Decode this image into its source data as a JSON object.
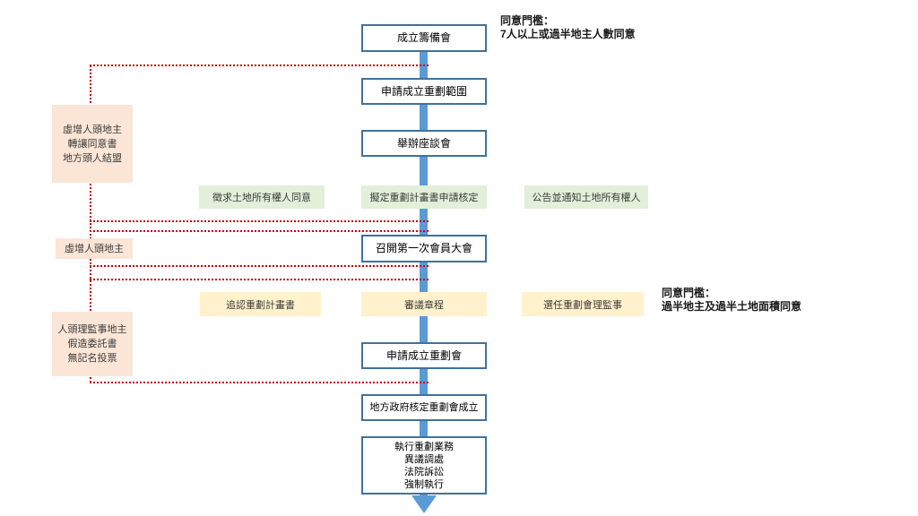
{
  "colors": {
    "flow_line_blue": "#5b9bd5",
    "box_border_blue": "#41719c",
    "green_fill": "#e2efd9",
    "yellow_fill": "#fff2cc",
    "pink_fill": "#fbe5d6",
    "dotted_red": "#c00000"
  },
  "main_flow": {
    "step1": "成立籌備會",
    "step2": "申請成立重劃範圍",
    "step3": "舉辦座談會",
    "step4": "召開第一次會員大會",
    "step5": "申請成立重劃會",
    "step6": "地方政府核定重劃會成立",
    "step7_lines": [
      "執行重劃業務",
      "異議調處",
      "法院訴訟",
      "強制執行"
    ]
  },
  "green_row": {
    "left": "徵求土地所有權人同意",
    "center": "擬定重劃計畫書申請核定",
    "right": "公告並通知土地所有權人"
  },
  "yellow_row": {
    "left": "追認重劃計畫書",
    "center": "審議章程",
    "right": "選任重劃會理監事"
  },
  "risk_notes": {
    "note1_lines": [
      "虛增人頭地主",
      "轉讓同意書",
      "地方頭人結盟"
    ],
    "note2": "虛增人頭地主",
    "note3_lines": [
      "人頭理監事地主",
      "假造委託書",
      "無記名投票"
    ]
  },
  "annotations": {
    "threshold1_title": "同意門檻：",
    "threshold1_body": "7人以上或過半地主人數同意",
    "threshold2_title": "同意門檻：",
    "threshold2_body": "過半地主及過半土地面積同意"
  }
}
